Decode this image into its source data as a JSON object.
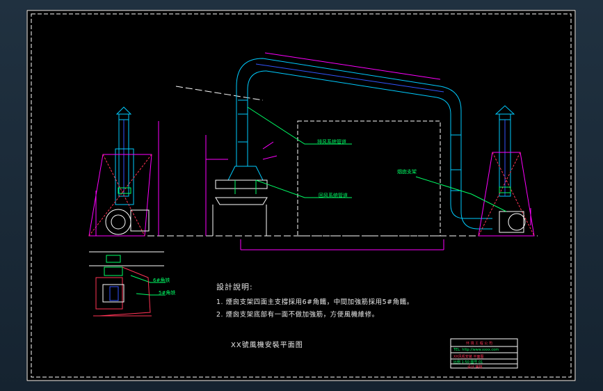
{
  "notes": {
    "title": "設計說明:",
    "items": [
      "1. 煙囪支架四面主支撐採用6#角鐵，中間加強筋採用5#角鐵。",
      "2. 煙囪支架底部有一面不做加強筋，方便風機維修。"
    ]
  },
  "drawing_title": "XX號風機安裝平面图",
  "callouts": {
    "upper_pipe": "排风系统管道",
    "lower_pipe": "回风系统管道",
    "chimney_support": "烟囱支架",
    "angle_a": "6#角铁",
    "angle_b": "5#角铁"
  },
  "title_block": {
    "company": "环 境 工 程 公 司",
    "line2": "TEL:  http://www.xxxx.com",
    "line3": "XX风机安装  平面图",
    "line4": "比例  1:50   图号 01",
    "line5": "设计  审核"
  },
  "colors": {
    "canvas": "#000000",
    "frame": "#ffffff",
    "duct": "#00ccff",
    "structure": "#ff00ff",
    "hidden": "#ff3355",
    "callout": "#00ff66",
    "blue": "#3355ff",
    "text": "#e8e8e8"
  }
}
